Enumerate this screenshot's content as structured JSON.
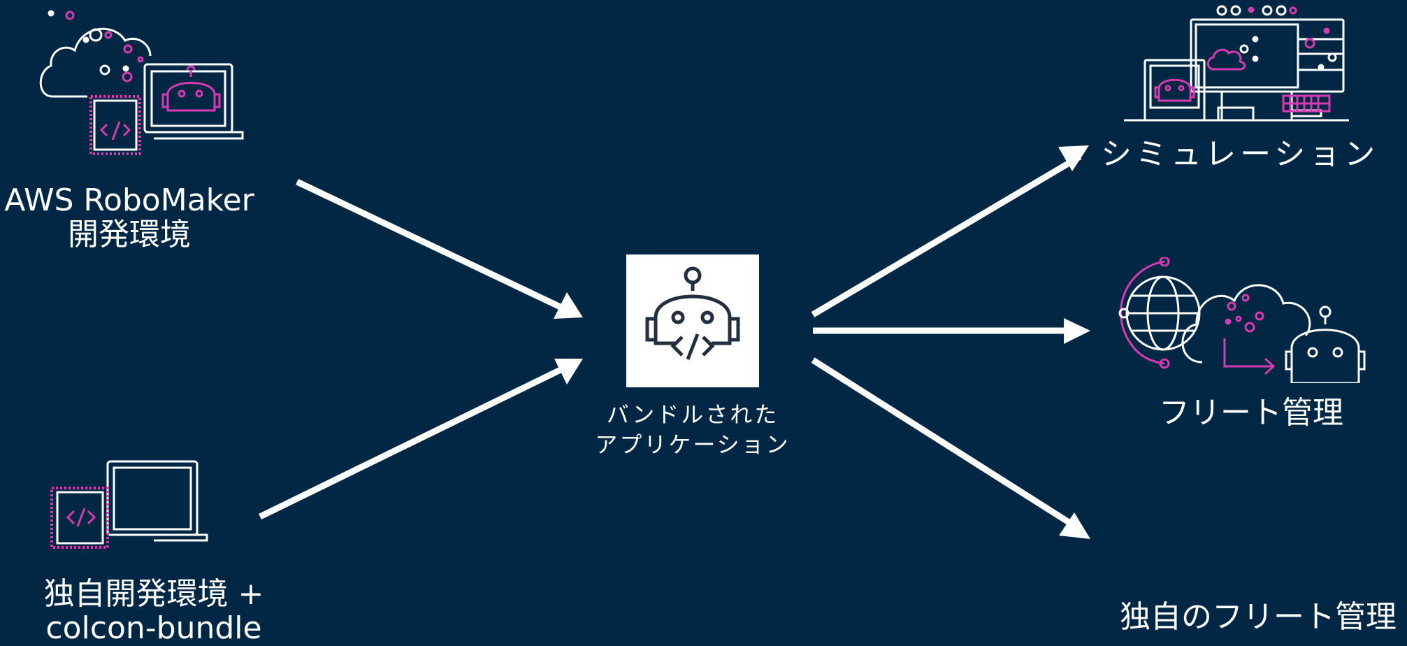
{
  "colors": {
    "background": "#012744",
    "foreground": "#ffffff",
    "accent": "#d63bb0",
    "center_icon_stroke": "#232f3e"
  },
  "sources": [
    {
      "id": "robomaker",
      "line1": "AWS RoboMaker",
      "line2": "開発環境",
      "icon": "cloud-laptop-chip-robot-icon"
    },
    {
      "id": "custom",
      "line1": "独自開発環境 +",
      "line2": "colcon-bundle",
      "icon": "laptop-chip-icon"
    }
  ],
  "center": {
    "line1": "バンドルされた",
    "line2": "アプリケーション",
    "icon": "robot-code-icon"
  },
  "targets": [
    {
      "id": "simulation",
      "label": "シミュレーション",
      "icon": "desktop-simulation-icon"
    },
    {
      "id": "fleet",
      "label": "フリート管理",
      "icon": "globe-cloud-robot-icon"
    },
    {
      "id": "own-fleet",
      "label": "独自のフリート管理",
      "icon": "robot-icon"
    }
  ]
}
